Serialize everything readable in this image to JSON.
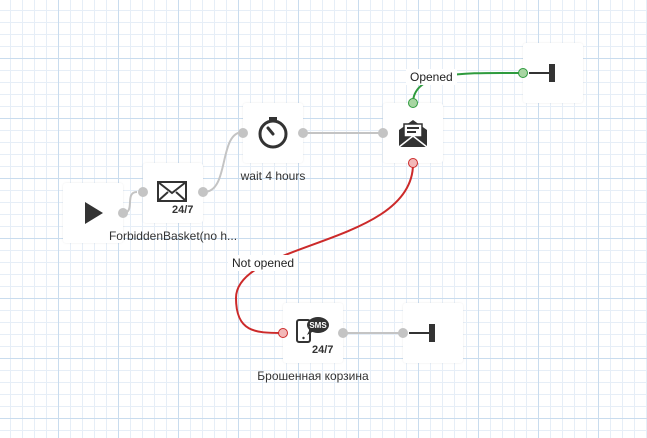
{
  "nodes": {
    "start": {
      "icon": "play-icon"
    },
    "email": {
      "icon": "envelope-icon",
      "badge": "24/7",
      "caption": "ForbiddenBasket(no h..."
    },
    "wait": {
      "icon": "stopwatch-icon",
      "caption": "wait 4 hours"
    },
    "check": {
      "icon": "opened-envelope-icon"
    },
    "end_top": {
      "icon": "end-icon"
    },
    "sms": {
      "icon": "sms-phone-icon",
      "badge": "24/7",
      "caption": "Брошенная корзина"
    },
    "end_bottom": {
      "icon": "end-icon"
    }
  },
  "branches": {
    "opened": "Opened",
    "not_opened": "Not opened"
  },
  "colors": {
    "link": "#c4c4c4",
    "opened": "#2e9b3e",
    "not_opened": "#cc2a2a",
    "icon": "#333333"
  }
}
